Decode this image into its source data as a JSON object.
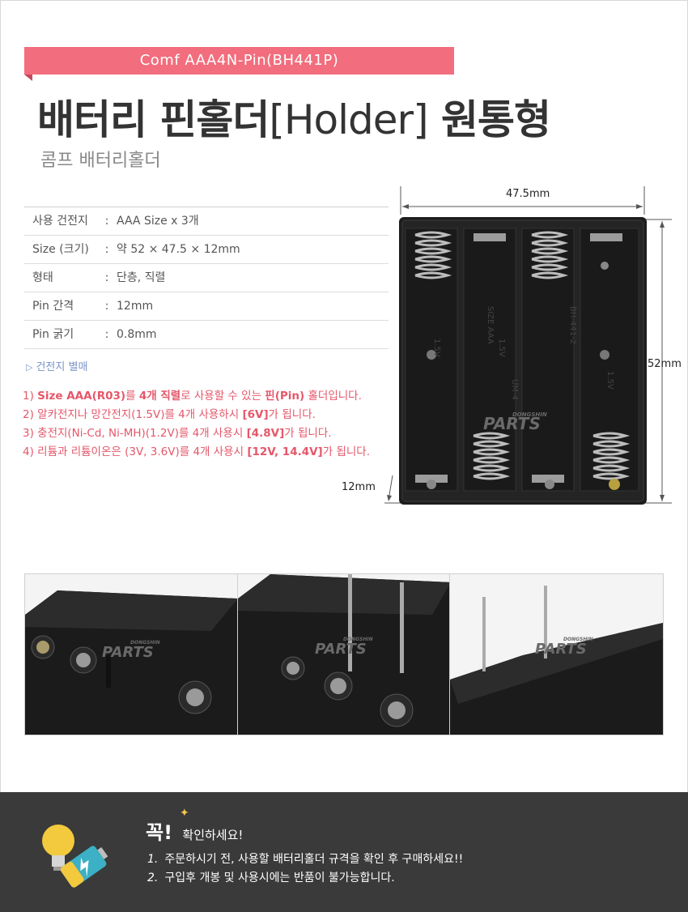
{
  "header": {
    "model": "Comf AAA4N-Pin(BH441P)",
    "title_bold": "배터리 핀홀더",
    "title_thin": "[Holder]",
    "title_end": " 원통형",
    "subtitle": "콤프 배터리홀더"
  },
  "specs": [
    {
      "key": "사용 건전지",
      "sep": ":",
      "value": "AAA Size x 3개"
    },
    {
      "key": "Size (크기)",
      "sep": ":",
      "value": "약 52 × 47.5 × 12mm"
    },
    {
      "key": "형태",
      "sep": ":",
      "value": "단층, 직렬"
    },
    {
      "key": "Pin 간격",
      "sep": ":",
      "value": "12mm"
    },
    {
      "key": "Pin 굵기",
      "sep": ":",
      "value": "0.8mm"
    }
  ],
  "battery_note": "건전지 별매",
  "notes": {
    "n1_a": "1) ",
    "n1_b": "Size AAA(R03)",
    "n1_c": "를 ",
    "n1_d": "4개 직렬",
    "n1_e": "로 사용할 수 있는 ",
    "n1_f": "핀(Pin)",
    "n1_g": " 홀더입니다.",
    "n2_a": "2) 알카전지나 망간전지(1.5V)를 4개 사용하시 ",
    "n2_b": "[6V]",
    "n2_c": "가 됩니다.",
    "n3_a": "3) 충전지(Ni-Cd, Ni-MH)(1.2V)를 4개 사용시 ",
    "n3_b": "[4.8V]",
    "n3_c": "가 됩니다.",
    "n4_a": "4) 리튬과 리튬이온은 (3V, 3.6V)를 4개 사용시 ",
    "n4_b": "[12V, 14.4V]",
    "n4_c": "가 됩니다."
  },
  "dimensions": {
    "width": "47.5mm",
    "height": "52mm",
    "depth": "12mm"
  },
  "watermark": {
    "top": "DONGSHIN",
    "main": "PARTS"
  },
  "holder_labels": [
    "1.5V",
    "SIZE AAA",
    "1.5V",
    "UM-4",
    "BH-441-2",
    "1.5V"
  ],
  "footer": {
    "heading": "꼭",
    "exclaim": "!",
    "sub": "확인하세요",
    "sub_exclaim": "!",
    "items": [
      {
        "num": "1.",
        "text": "주문하시기 전, 사용할 배터리홀더 규격을 확인 후 구매하세요!!"
      },
      {
        "num": "2.",
        "text": "구입후 개봉 및 사용시에는 반품이 불가능합니다."
      }
    ]
  },
  "colors": {
    "accent_pink": "#f26d7d",
    "note_red": "#e5576a",
    "note_blue": "#7a93c7",
    "footer_bg": "#3a3a3a"
  }
}
